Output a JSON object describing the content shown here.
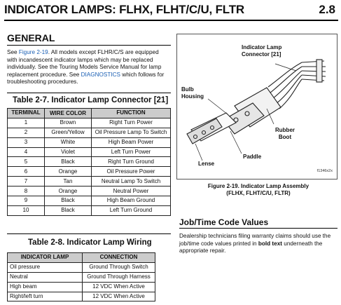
{
  "header": {
    "title": "INDICATOR LAMPS: FLHX, FLHT/C/U, FLTR",
    "page": "2.8"
  },
  "general": {
    "heading": "GENERAL",
    "p_see": "See ",
    "p_fig_link": "Figure 2-19",
    "p_mid": ". All models except FLHR/C/S are equipped with incandescent indicator lamps which may be replaced individually. See the Touring Models Service Manual for lamp replacement procedure. See ",
    "p_diag_link": "DIAGNOSTICS",
    "p_end": " which follows for troubleshooting procedures."
  },
  "table1": {
    "caption": "Table 2-7. Indicator Lamp Connector [21]",
    "headers": [
      "TERMINAL",
      "WIRE COLOR",
      "FUNCTION"
    ],
    "rows": [
      [
        "1",
        "Brown",
        "Right Turn Power"
      ],
      [
        "2",
        "Green/Yellow",
        "Oil Pressure Lamp To Switch"
      ],
      [
        "3",
        "White",
        "High Beam Power"
      ],
      [
        "4",
        "Violet",
        "Left Turn Power"
      ],
      [
        "5",
        "Black",
        "Right Turn Ground"
      ],
      [
        "6",
        "Orange",
        "Oil Pressure Power"
      ],
      [
        "7",
        "Tan",
        "Neutral Lamp To Switch"
      ],
      [
        "8",
        "Orange",
        "Neutral Power"
      ],
      [
        "9",
        "Black",
        "High Beam Ground"
      ],
      [
        "10",
        "Black",
        "Left Turn Ground"
      ]
    ]
  },
  "table2": {
    "caption": "Table 2-8. Indicator Lamp Wiring",
    "headers": [
      "INDICATOR LAMP",
      "CONNECTION"
    ],
    "rows": [
      [
        "Oil pressure",
        "Ground Through Switch"
      ],
      [
        "Neutral",
        "Ground Through Harness"
      ],
      [
        "High beam",
        "12 VDC When Active"
      ],
      [
        "Right/left turn",
        "12 VDC When Active"
      ]
    ]
  },
  "figure": {
    "callouts": {
      "connector": "Indicator Lamp\nConnector [21]",
      "bulb": "Bulb\nHousing",
      "boot": "Rubber\nBoot",
      "paddle": "Paddle",
      "lense": "Lense"
    },
    "id": "f1346x2x",
    "caption": "Figure 2-19. Indicator Lamp Assembly\n(FLHX, FLHT/C/U, FLTR)"
  },
  "jobtime": {
    "heading": "Job/Time Code Values",
    "t1": "Dealership technicians filing warranty claims should use the job/time code values printed in ",
    "bold": "bold text",
    "t2": " underneath the appropriate repair."
  }
}
